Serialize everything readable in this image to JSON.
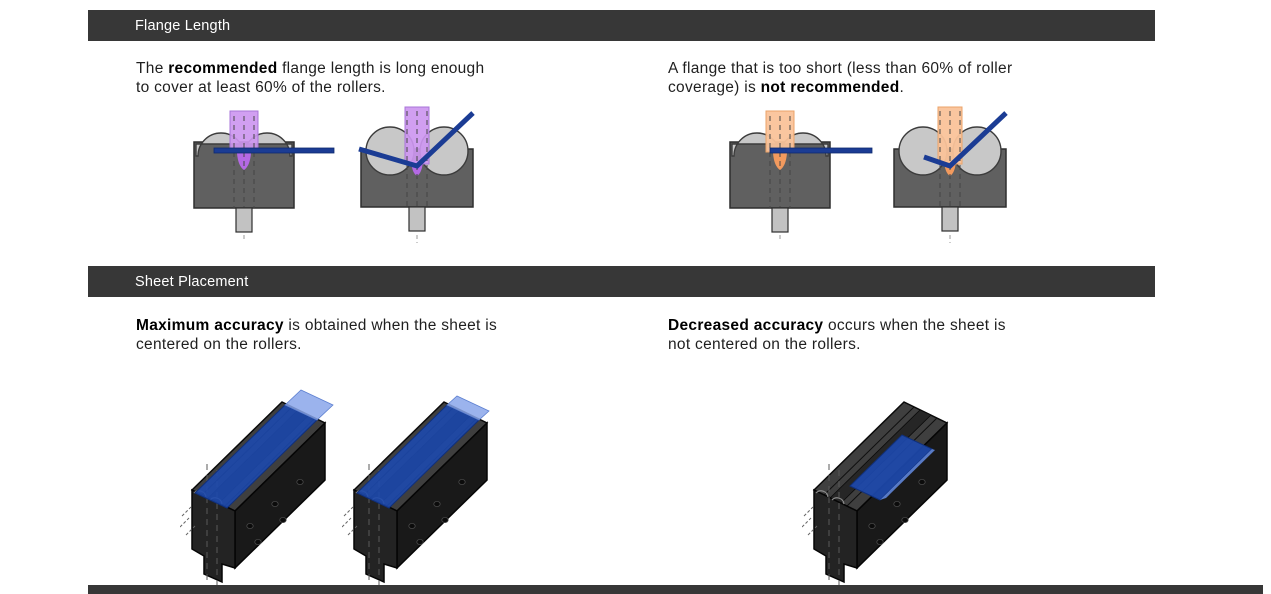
{
  "page": {
    "background": "#ffffff",
    "kind": "manual-page"
  },
  "colors": {
    "section_bar": "#373737",
    "section_bar_text": "#ffffff",
    "body_text": "#1f1f1f",
    "sheet_blue": "#1b3c94",
    "recommended_flange_purple": "#cd97f0",
    "not_recommended_flange_orange": "#fac39a",
    "die_body_gray": "#606060",
    "roller_gray": "#c8c8c8",
    "block_dark": "#1b1b1b",
    "sheet_overhang_blue": "#8aa6ea"
  },
  "sections": [
    {
      "header": "Flange Length",
      "left": {
        "pre": "The ",
        "bold": "recommended",
        "post": " flange length is long enough\nto cover at least 60% of the rollers."
      },
      "right": {
        "pre": "A flange that is too short (less than 60% of roller\ncoverage) is ",
        "bold": "not recommended",
        "post": "."
      },
      "figures": [
        "rotary-die-flat-recommended-flange",
        "rotary-die-bent-recommended-flange",
        "rotary-die-flat-short-flange",
        "rotary-die-bent-short-flange"
      ]
    },
    {
      "header": "Sheet Placement",
      "left": {
        "pre": "",
        "bold": "Maximum accuracy",
        "post": " is obtained when the sheet is\ncentered on the rollers."
      },
      "right": {
        "pre": "",
        "bold": "Decreased accuracy",
        "post": " occurs when the sheet is\nnot centered on the rollers."
      },
      "figures": [
        "rotary-die-3d-sheet-centered",
        "rotary-die-3d-sheet-centered-alt",
        "rotary-die-3d-sheet-offcenter"
      ]
    }
  ],
  "bottom_partial_bar": {
    "present": true,
    "label": ""
  }
}
